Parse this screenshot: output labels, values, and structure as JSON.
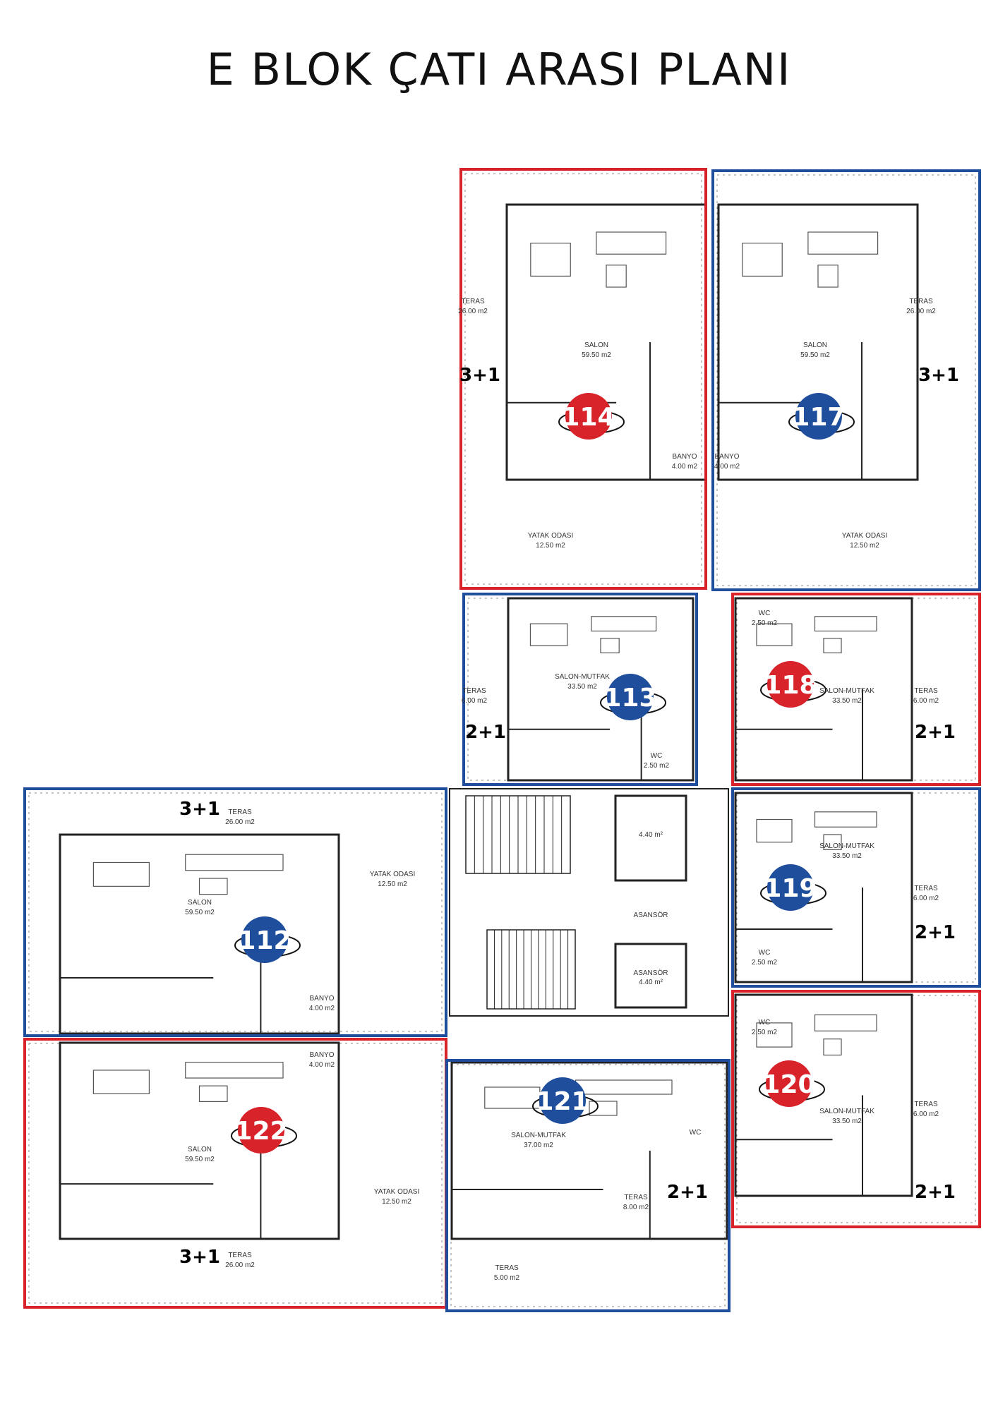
{
  "title": "E BLOK ÇATI ARASI PLANI",
  "colors": {
    "red": "#d8232a",
    "blue": "#1f4e9c",
    "wall": "#222222"
  },
  "units": [
    {
      "id": "114",
      "type": "3+1",
      "color": "red",
      "rooms": [
        "SALON",
        "59.50 m2",
        "YATAK ODASI",
        "12.50 m2",
        "BANYO",
        "4.00 m2",
        "TERAS",
        "26.00 m2"
      ]
    },
    {
      "id": "117",
      "type": "3+1",
      "color": "blue",
      "rooms": [
        "SALON",
        "59.50 m2",
        "YATAK ODASI",
        "12.50 m2",
        "BANYO",
        "4.00 m2",
        "TERAS",
        "26.00 m2"
      ]
    },
    {
      "id": "113",
      "type": "2+1",
      "color": "blue",
      "rooms": [
        "SALON-MUTFAK",
        "33.50 m2",
        "WC",
        "2.50 m2",
        "TERAS",
        "6.00 m2"
      ]
    },
    {
      "id": "118",
      "type": "2+1",
      "color": "red",
      "rooms": [
        "SALON-MUTFAK",
        "33.50 m2",
        "WC",
        "2.50 m2",
        "TERAS",
        "6.00 m2"
      ]
    },
    {
      "id": "119",
      "type": "2+1",
      "color": "blue",
      "rooms": [
        "SALON-MUTFAK",
        "33.50 m2",
        "WC",
        "2.50 m2",
        "TERAS",
        "6.00 m2"
      ]
    },
    {
      "id": "112",
      "type": "3+1",
      "color": "blue",
      "rooms": [
        "SALON",
        "59.50 m2",
        "YATAK ODASI",
        "12.50 m2",
        "BANYO",
        "4.00 m2",
        "TERAS",
        "26.00 m2"
      ]
    },
    {
      "id": "122",
      "type": "3+1",
      "color": "red",
      "rooms": [
        "SALON",
        "59.50 m2",
        "YATAK ODASI",
        "12.50 m2",
        "BANYO",
        "4.00 m2",
        "TERAS",
        "26.00 m2"
      ]
    },
    {
      "id": "121",
      "type": "2+1",
      "color": "blue",
      "rooms": [
        "SALON-MUTFAK",
        "37.00 m2",
        "WC",
        "TERAS",
        "8.00 m2",
        "TERAS",
        "5.00 m2"
      ]
    },
    {
      "id": "120",
      "type": "2+1",
      "color": "red",
      "rooms": [
        "SALON-MUTFAK",
        "33.50 m2",
        "WC",
        "2.50 m2",
        "TERAS",
        "6.00 m2"
      ]
    }
  ],
  "core": {
    "elevator": "ASANSÖR",
    "elevator_area": "4.40 m²"
  }
}
